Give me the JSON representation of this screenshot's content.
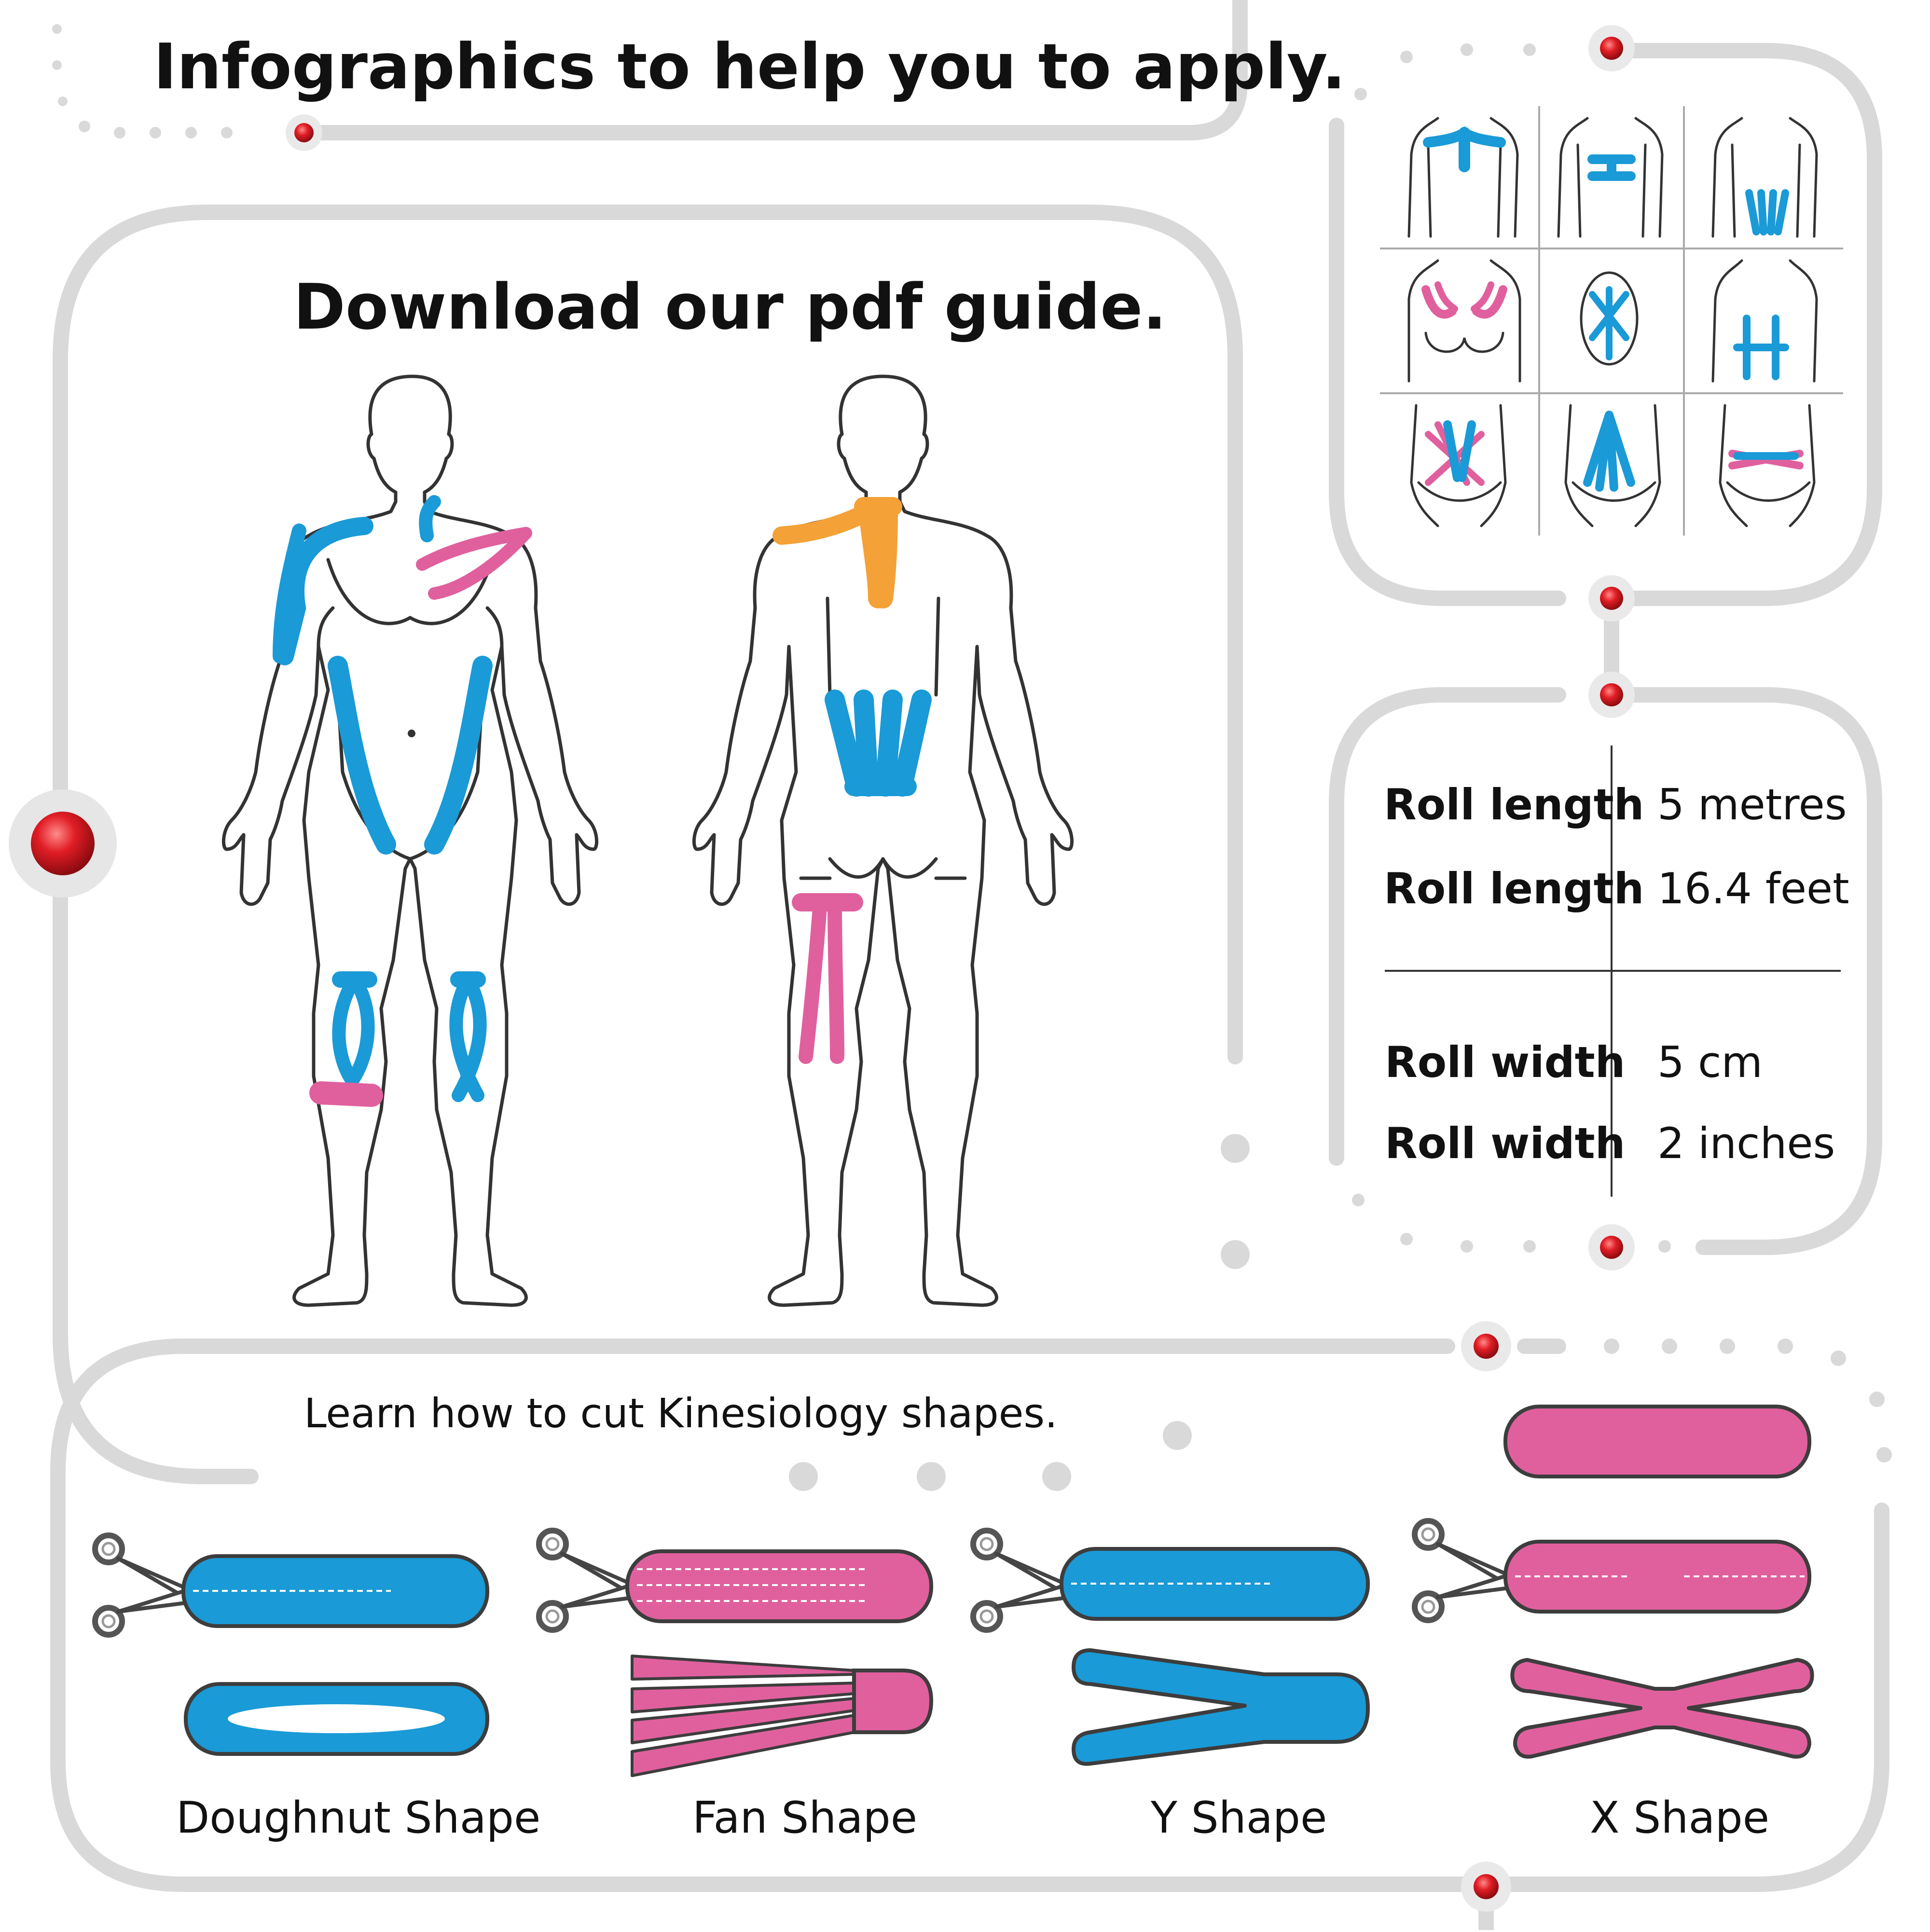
{
  "header": {
    "title": "Infographics to help you to apply."
  },
  "guide": {
    "title": "Download our pdf guide."
  },
  "specs": [
    {
      "label": "Roll length",
      "value": "5 metres"
    },
    {
      "label": "Roll length",
      "value": "16.4 feet"
    },
    {
      "label": "Roll width",
      "value": "5 cm"
    },
    {
      "label": "Roll width",
      "value": "2 inches"
    }
  ],
  "shapes": {
    "title": "Learn how to cut Kinesiology shapes.",
    "items": [
      {
        "label": "Doughnut Shape",
        "color": "#1a9ad6"
      },
      {
        "label": "Fan Shape",
        "color": "#e0609e"
      },
      {
        "label": "Y Shape",
        "color": "#1a9ad6"
      },
      {
        "label": "X Shape",
        "color": "#e0609e"
      }
    ]
  },
  "colors": {
    "blue_tape": "#1a9ad6",
    "pink_tape": "#e0609e",
    "orange_tape": "#f4a137",
    "frame": "#d9d9d9",
    "node_red": "#d6202a"
  },
  "icons": [
    "scissors-icon",
    "body-front-icon",
    "body-back-icon",
    "node-dot-icon"
  ]
}
